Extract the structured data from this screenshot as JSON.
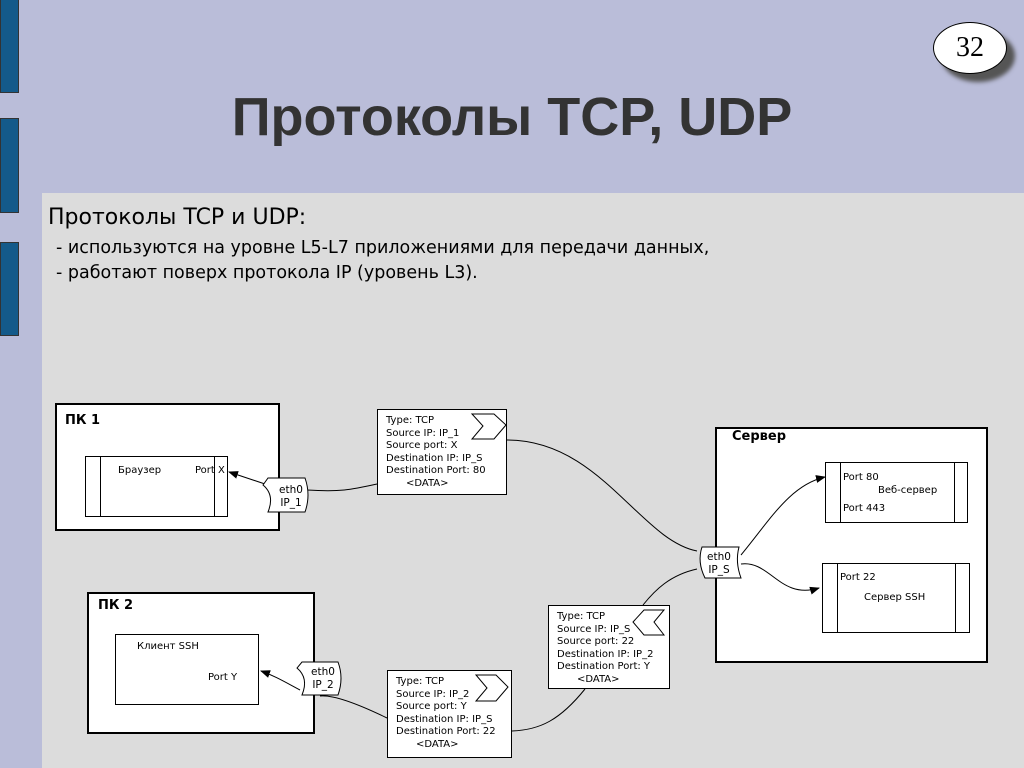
{
  "slide": {
    "title": "Протоколы TCP, UDP",
    "page_number": "32",
    "heading": "Протоколы TCP и UDP:",
    "bullets": [
      "- используются на уровне L5-L7 приложениями для передачи данных,",
      "- работают поверх протокола IP (уровень L3)."
    ]
  },
  "diagram": {
    "pc1": {
      "label": "ПК 1",
      "app": "Браузер",
      "port": "Port X",
      "iface": "eth0",
      "ip": "IP_1"
    },
    "pc2": {
      "label": "ПК 2",
      "app": "Клиент SSH",
      "port": "Port Y",
      "iface": "eth0",
      "ip": "IP_2"
    },
    "server": {
      "label": "Сервер",
      "iface": "eth0",
      "ip": "IP_S",
      "web": {
        "name": "Веб-сервер",
        "port1": "Port 80",
        "port2": "Port 443"
      },
      "ssh": {
        "name": "Сервер SSH",
        "port": "Port 22"
      }
    },
    "packets": [
      {
        "lines": [
          "Type: TCP",
          "Source IP: IP_1",
          "Source port: X",
          "Destination IP: IP_S",
          "Destination Port: 80",
          "<DATA>"
        ],
        "direction": "right"
      },
      {
        "lines": [
          "Type: TCP",
          "Source IP: IP_2",
          "Source port: Y",
          "Destination IP: IP_S",
          "Destination Port: 22",
          "<DATA>"
        ],
        "direction": "right"
      },
      {
        "lines": [
          "Type: TCP",
          "Source IP: IP_S",
          "Source port: 22",
          "Destination IP: IP_2",
          "Destination Port: Y",
          "<DATA>"
        ],
        "direction": "left"
      }
    ]
  },
  "colors": {
    "background": "#babdd9",
    "panel": "#dcdcdc",
    "accent_bar": "#145a8a"
  }
}
